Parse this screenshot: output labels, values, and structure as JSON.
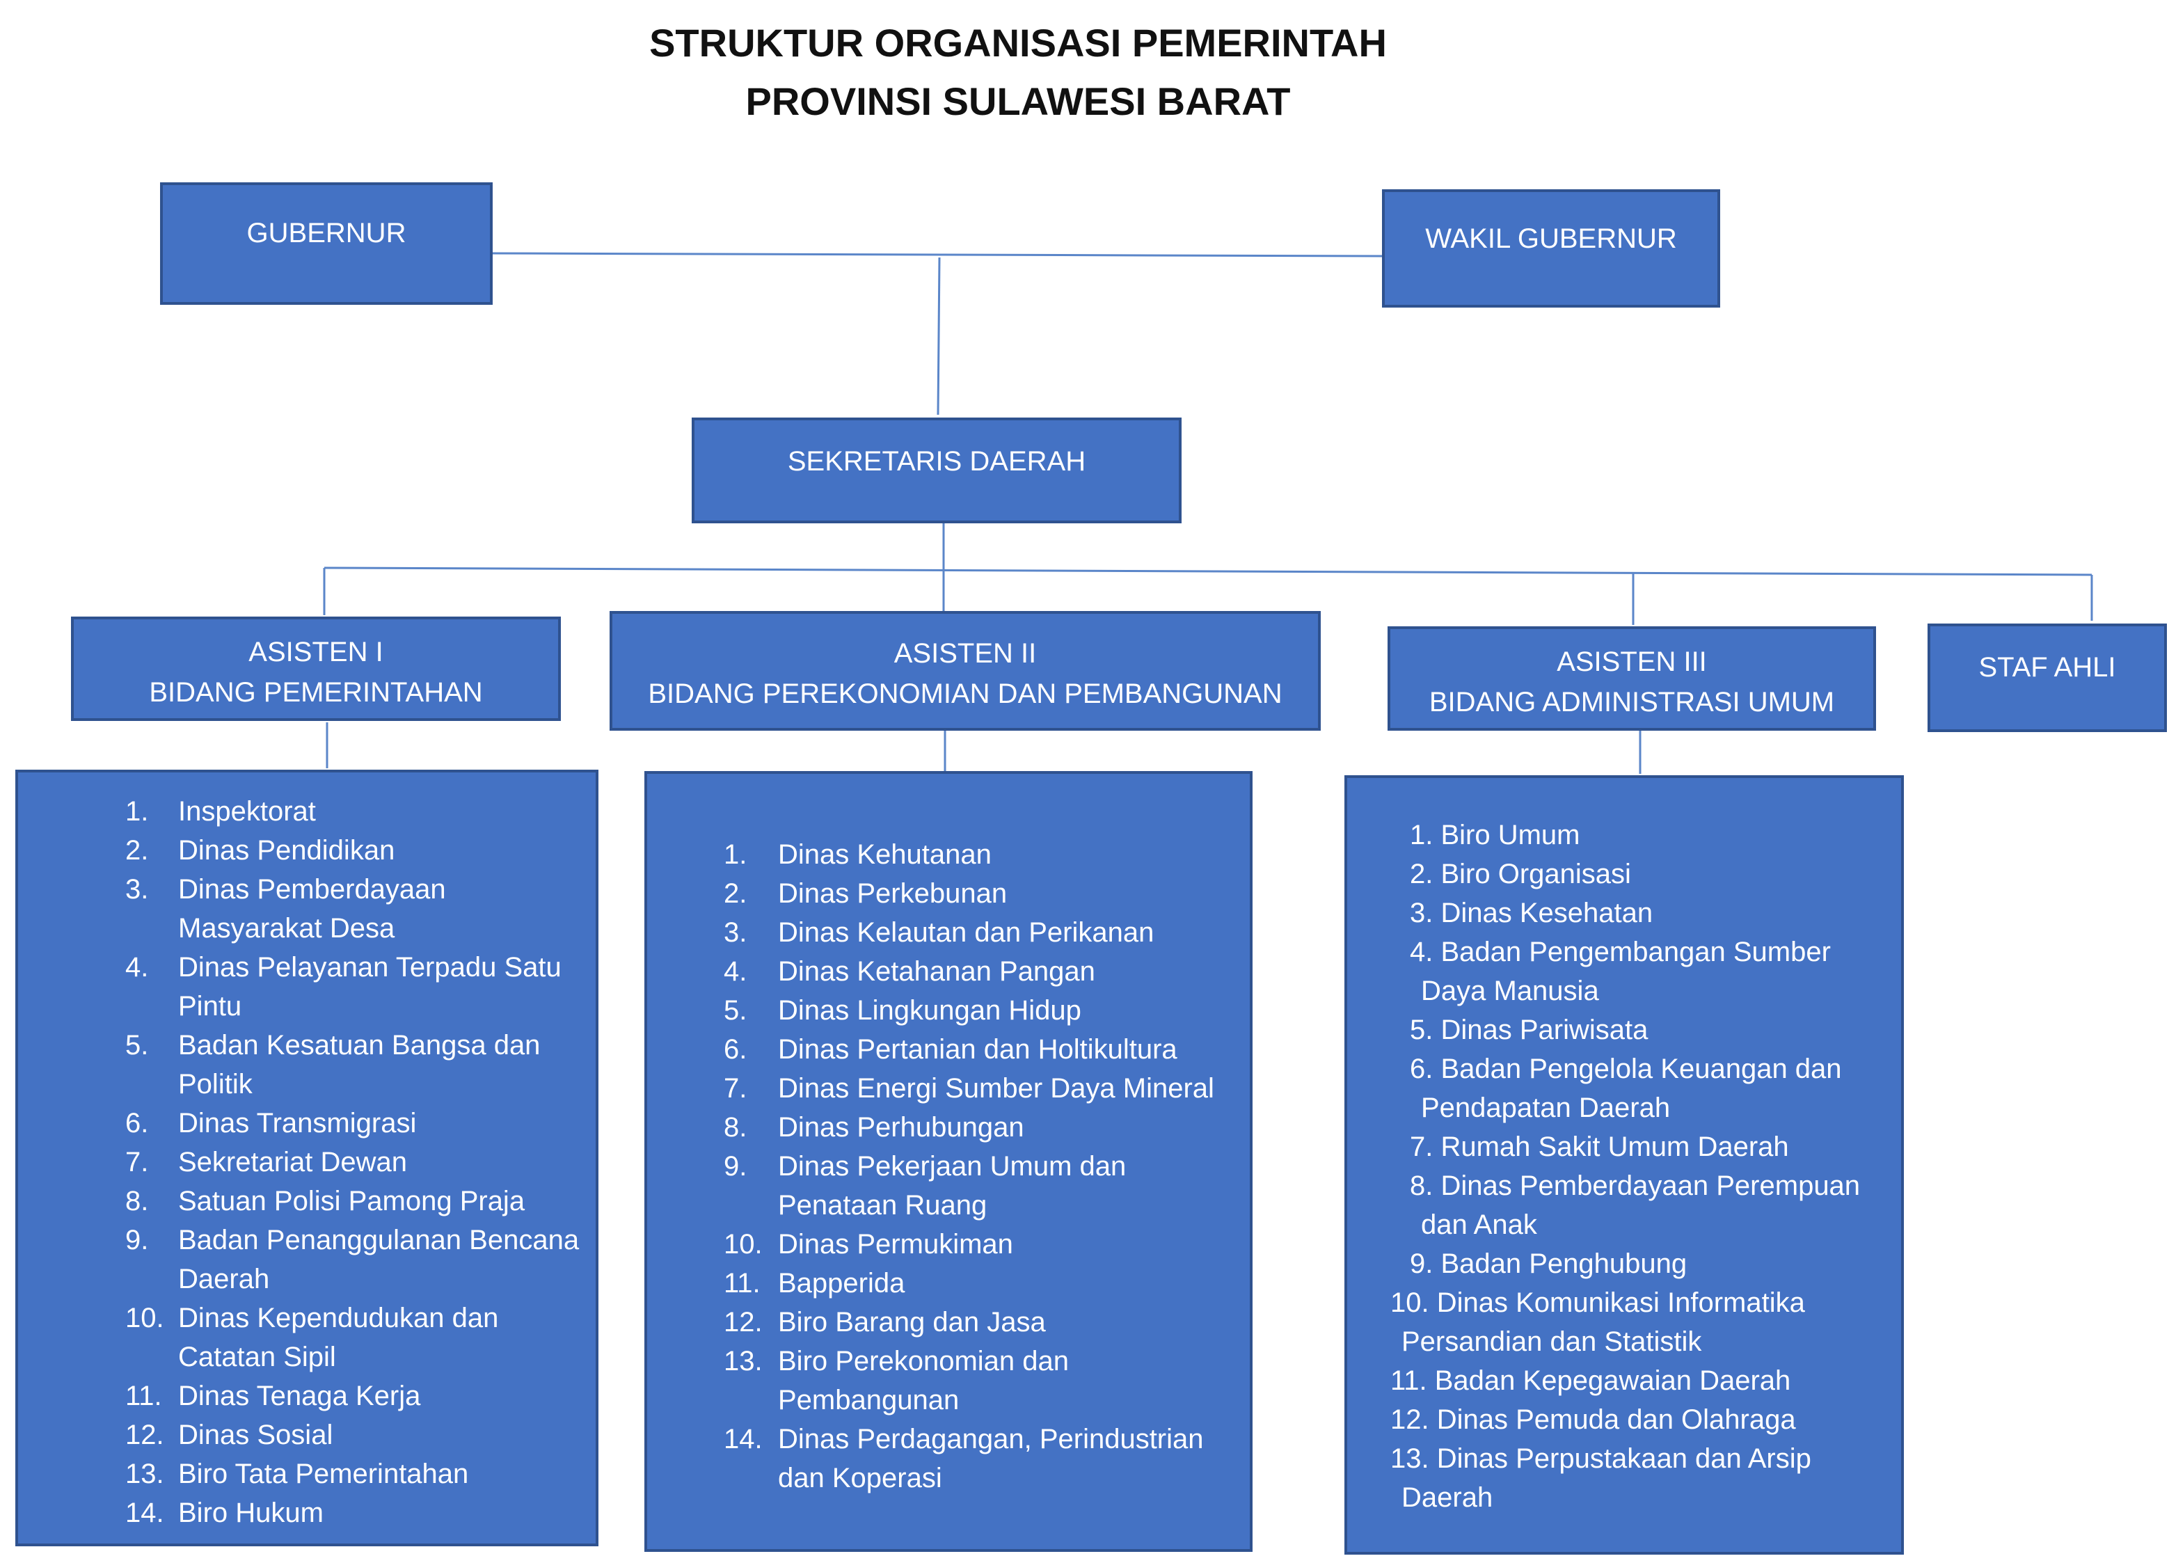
{
  "title": {
    "line1": "STRUKTUR ORGANISASI PEMERINTAH",
    "line2": "PROVINSI SULAWESI BARAT"
  },
  "leaders": {
    "gubernur": "GUBERNUR",
    "wakil_gubernur": "WAKIL GUBERNUR"
  },
  "sekretaris_daerah": "SEKRETARIS DAERAH",
  "asisten": [
    {
      "line1": "ASISTEN I",
      "line2": "BIDANG PEMERINTAHAN"
    },
    {
      "line1": "ASISTEN II",
      "line2": "BIDANG PEREKONOMIAN DAN PEMBANGUNAN"
    },
    {
      "line1": "ASISTEN III",
      "line2": "BIDANG ADMINISTRASI UMUM"
    }
  ],
  "staf_ahli": "STAF AHLI",
  "units_asisten_1": [
    {
      "num": "1.",
      "text": "Inspektorat"
    },
    {
      "num": "2.",
      "text": "Dinas Pendidikan"
    },
    {
      "num": "3.",
      "text": "Dinas Pemberdayaan Masyarakat Desa"
    },
    {
      "num": "4.",
      "text": "Dinas Pelayanan Terpadu Satu Pintu"
    },
    {
      "num": "5.",
      "text": "Badan Kesatuan Bangsa dan Politik"
    },
    {
      "num": "6.",
      "text": "Dinas Transmigrasi"
    },
    {
      "num": "7.",
      "text": "Sekretariat Dewan"
    },
    {
      "num": "8.",
      "text": "Satuan Polisi Pamong Praja"
    },
    {
      "num": "9.",
      "text": "Badan Penanggulanan Bencana Daerah"
    },
    {
      "num": "10.",
      "text": "Dinas Kependudukan dan Catatan Sipil"
    },
    {
      "num": "11.",
      "text": "Dinas Tenaga Kerja"
    },
    {
      "num": "12.",
      "text": "Dinas Sosial"
    },
    {
      "num": "13.",
      "text": "Biro Tata Pemerintahan"
    },
    {
      "num": "14.",
      "text": "Biro Hukum"
    }
  ],
  "units_asisten_2": [
    {
      "num": "1.",
      "text": "Dinas Kehutanan"
    },
    {
      "num": "2.",
      "text": "Dinas Perkebunan"
    },
    {
      "num": "3.",
      "text": "Dinas Kelautan dan Perikanan"
    },
    {
      "num": "4.",
      "text": "Dinas Ketahanan Pangan"
    },
    {
      "num": "5.",
      "text": "Dinas Lingkungan Hidup"
    },
    {
      "num": "6.",
      "text": "Dinas Pertanian dan Holtikultura"
    },
    {
      "num": "7.",
      "text": "Dinas Energi Sumber Daya Mineral"
    },
    {
      "num": "8.",
      "text": "Dinas Perhubungan"
    },
    {
      "num": "9.",
      "text": "Dinas Pekerjaan Umum dan Penataan Ruang"
    },
    {
      "num": "10.",
      "text": "Dinas Permukiman"
    },
    {
      "num": "11.",
      "text": "Bapperida"
    },
    {
      "num": "12.",
      "text": "Biro Barang dan Jasa"
    },
    {
      "num": "13.",
      "text": "Biro Perekonomian dan Pembangunan"
    },
    {
      "num": "14.",
      "text": "Dinas Perdagangan, Perindustrian dan Koperasi"
    }
  ],
  "units_asisten_3": [
    {
      "num": "1.",
      "line1": "Biro Umum"
    },
    {
      "num": "2.",
      "line1": "Biro Organisasi"
    },
    {
      "num": "3.",
      "line1": "Dinas Kesehatan"
    },
    {
      "num": "4.",
      "line1": "Badan Pengembangan Sumber",
      "line2": "Daya Manusia"
    },
    {
      "num": "5.",
      "line1": "Dinas Pariwisata"
    },
    {
      "num": "6.",
      "line1": "Badan Pengelola Keuangan dan",
      "line2": "Pendapatan Daerah"
    },
    {
      "num": "7.",
      "line1": "Rumah Sakit Umum Daerah"
    },
    {
      "num": "8.",
      "line1": "Dinas Pemberdayaan Perempuan",
      "line2": "dan Anak"
    },
    {
      "num": "9.",
      "line1": "Badan Penghubung"
    },
    {
      "num": "10.",
      "line1": "Dinas Komunikasi Informatika",
      "line2": "Persandian dan Statistik"
    },
    {
      "num": "11.",
      "line1": "Badan Kepegawaian Daerah"
    },
    {
      "num": "12.",
      "line1": "Dinas Pemuda dan Olahraga"
    },
    {
      "num": "13.",
      "line1": "Dinas Perpustakaan dan Arsip",
      "line2": "Daerah"
    }
  ],
  "colors": {
    "box_fill": "#4472c4",
    "box_border": "#2f528f",
    "connector": "#5b86c9",
    "text_on_box": "#ffffff",
    "title_text": "#111111"
  }
}
